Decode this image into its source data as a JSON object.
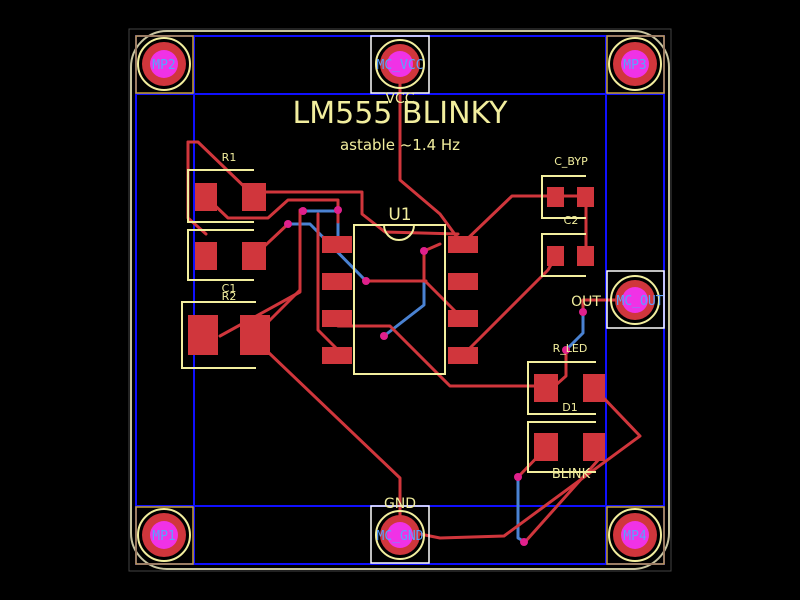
{
  "title": "LM555 BLINKY",
  "subtitle": "astable ~1.4 Hz",
  "colors": {
    "background": "#000000",
    "board_outline": "#c8c4a0",
    "copper_top": "#d0363c",
    "copper_bottom": "#4a82d2",
    "silkscreen": "#f2ee9e",
    "pad_hole": "#f032e6",
    "net_label": "#5ba2ff",
    "region_box": "#1010ff",
    "connector_box": "#ffffff",
    "via": "#e0208c"
  },
  "components": {
    "u1": "U1",
    "r1": "R1",
    "r2": "R2",
    "c1": "C1",
    "c_byp": "C_BYP",
    "c2": "C2",
    "r_led": "R_LED",
    "d1": "D1",
    "blink": "BLINK"
  },
  "connectors": {
    "vcc_label": "VCC",
    "vcc_pad": "MC_VCC",
    "gnd_label": "GND",
    "gnd_pad": "MC_GND",
    "out_label": "OUT",
    "out_pad": "MC_OUT"
  },
  "mounting_holes": {
    "top_left": "MP2",
    "top_right": "MP3",
    "bottom_left": "MP1",
    "bottom_right": "MP4"
  }
}
